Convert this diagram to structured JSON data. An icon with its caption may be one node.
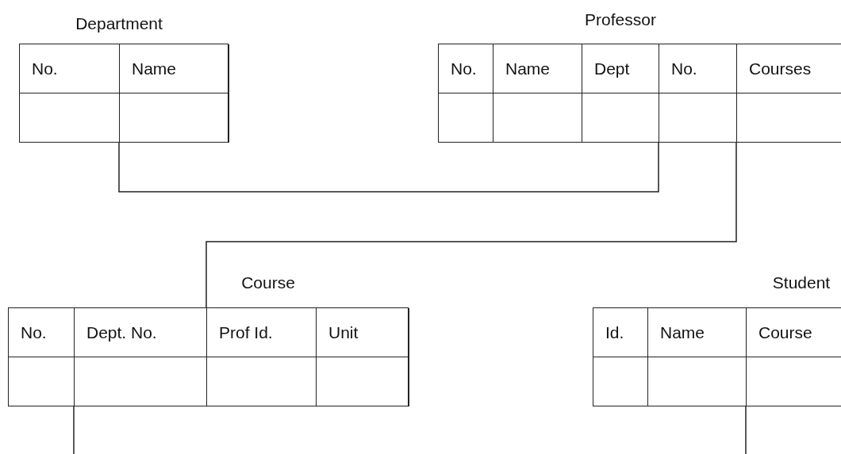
{
  "diagram": {
    "nodes": [
      {
        "text": [],
        "shape": "box",
        "beside": [
          "Department"
        ]
      },
      {
        "text": [
          "No."
        ],
        "in": 0
      },
      {
        "text": [
          "Name"
        ],
        "in": 0
      },
      {
        "text": [],
        "shape": "box",
        "beside": [
          "Professor"
        ]
      },
      {
        "text": [
          "No."
        ],
        "in": 3
      },
      {
        "text": [
          "Name"
        ],
        "in": 3
      },
      {
        "text": [
          "Dept"
        ],
        "in": 3
      },
      {
        "text": [
          "No."
        ],
        "in": 3
      },
      {
        "text": [
          "Courses"
        ],
        "in": 3
      },
      {
        "text": [],
        "shape": "box",
        "beside": [
          "Course"
        ]
      },
      {
        "text": [
          "No."
        ],
        "in": 9
      },
      {
        "text": [
          "Dept. No."
        ],
        "in": 9
      },
      {
        "text": [
          "Prof Id."
        ],
        "in": 9
      },
      {
        "text": [
          "Unit"
        ],
        "in": 9
      },
      {
        "text": [],
        "shape": "box",
        "beside": [
          "Student"
        ]
      },
      {
        "text": [
          "Id."
        ],
        "in": 14
      },
      {
        "text": [
          "Name"
        ],
        "in": 14
      },
      {
        "text": [
          "Course"
        ],
        "in": 14
      }
    ],
    "edges": [
      {
        "from": 0,
        "to": 3,
        "arrow": "none"
      },
      {
        "from": 3,
        "to": 9,
        "arrow": "none"
      },
      {
        "from": 9,
        "to": null,
        "arrow": "none"
      },
      {
        "from": 14,
        "to": null,
        "arrow": "none"
      }
    ]
  }
}
